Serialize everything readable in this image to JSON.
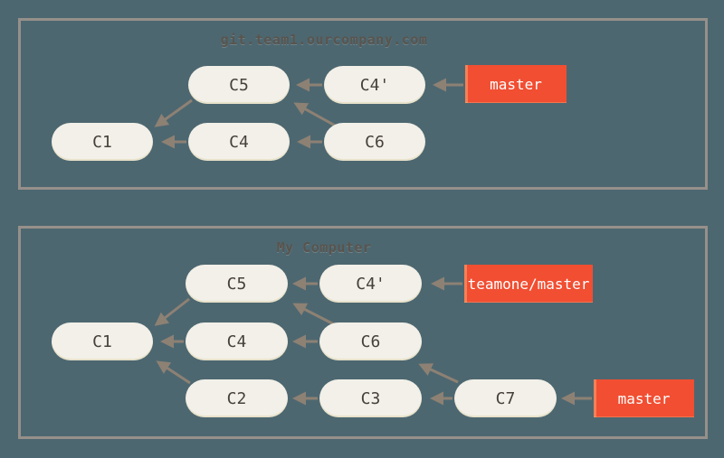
{
  "diagram": {
    "colors": {
      "background": "#4d6770",
      "panel_border": "#96908a",
      "commit_fill": "#f2f0e8",
      "commit_text": "#45403a",
      "arrow": "#8d8174",
      "branch_fill": "#f14e32",
      "branch_text": "#ffffff",
      "title_text": "#59544e"
    },
    "remote_panel": {
      "title": "git.team1.ourcompany.com",
      "commits": {
        "c1": "C1",
        "c4": "C4",
        "c5": "C5",
        "c4p": "C4'",
        "c6": "C6"
      },
      "branches": {
        "master": "master"
      }
    },
    "local_panel": {
      "title": "My Computer",
      "commits": {
        "c1": "C1",
        "c2": "C2",
        "c3": "C3",
        "c4": "C4",
        "c5": "C5",
        "c4p": "C4'",
        "c6": "C6",
        "c7": "C7"
      },
      "branches": {
        "teamone_master": "teamone/master",
        "master": "master"
      }
    }
  }
}
